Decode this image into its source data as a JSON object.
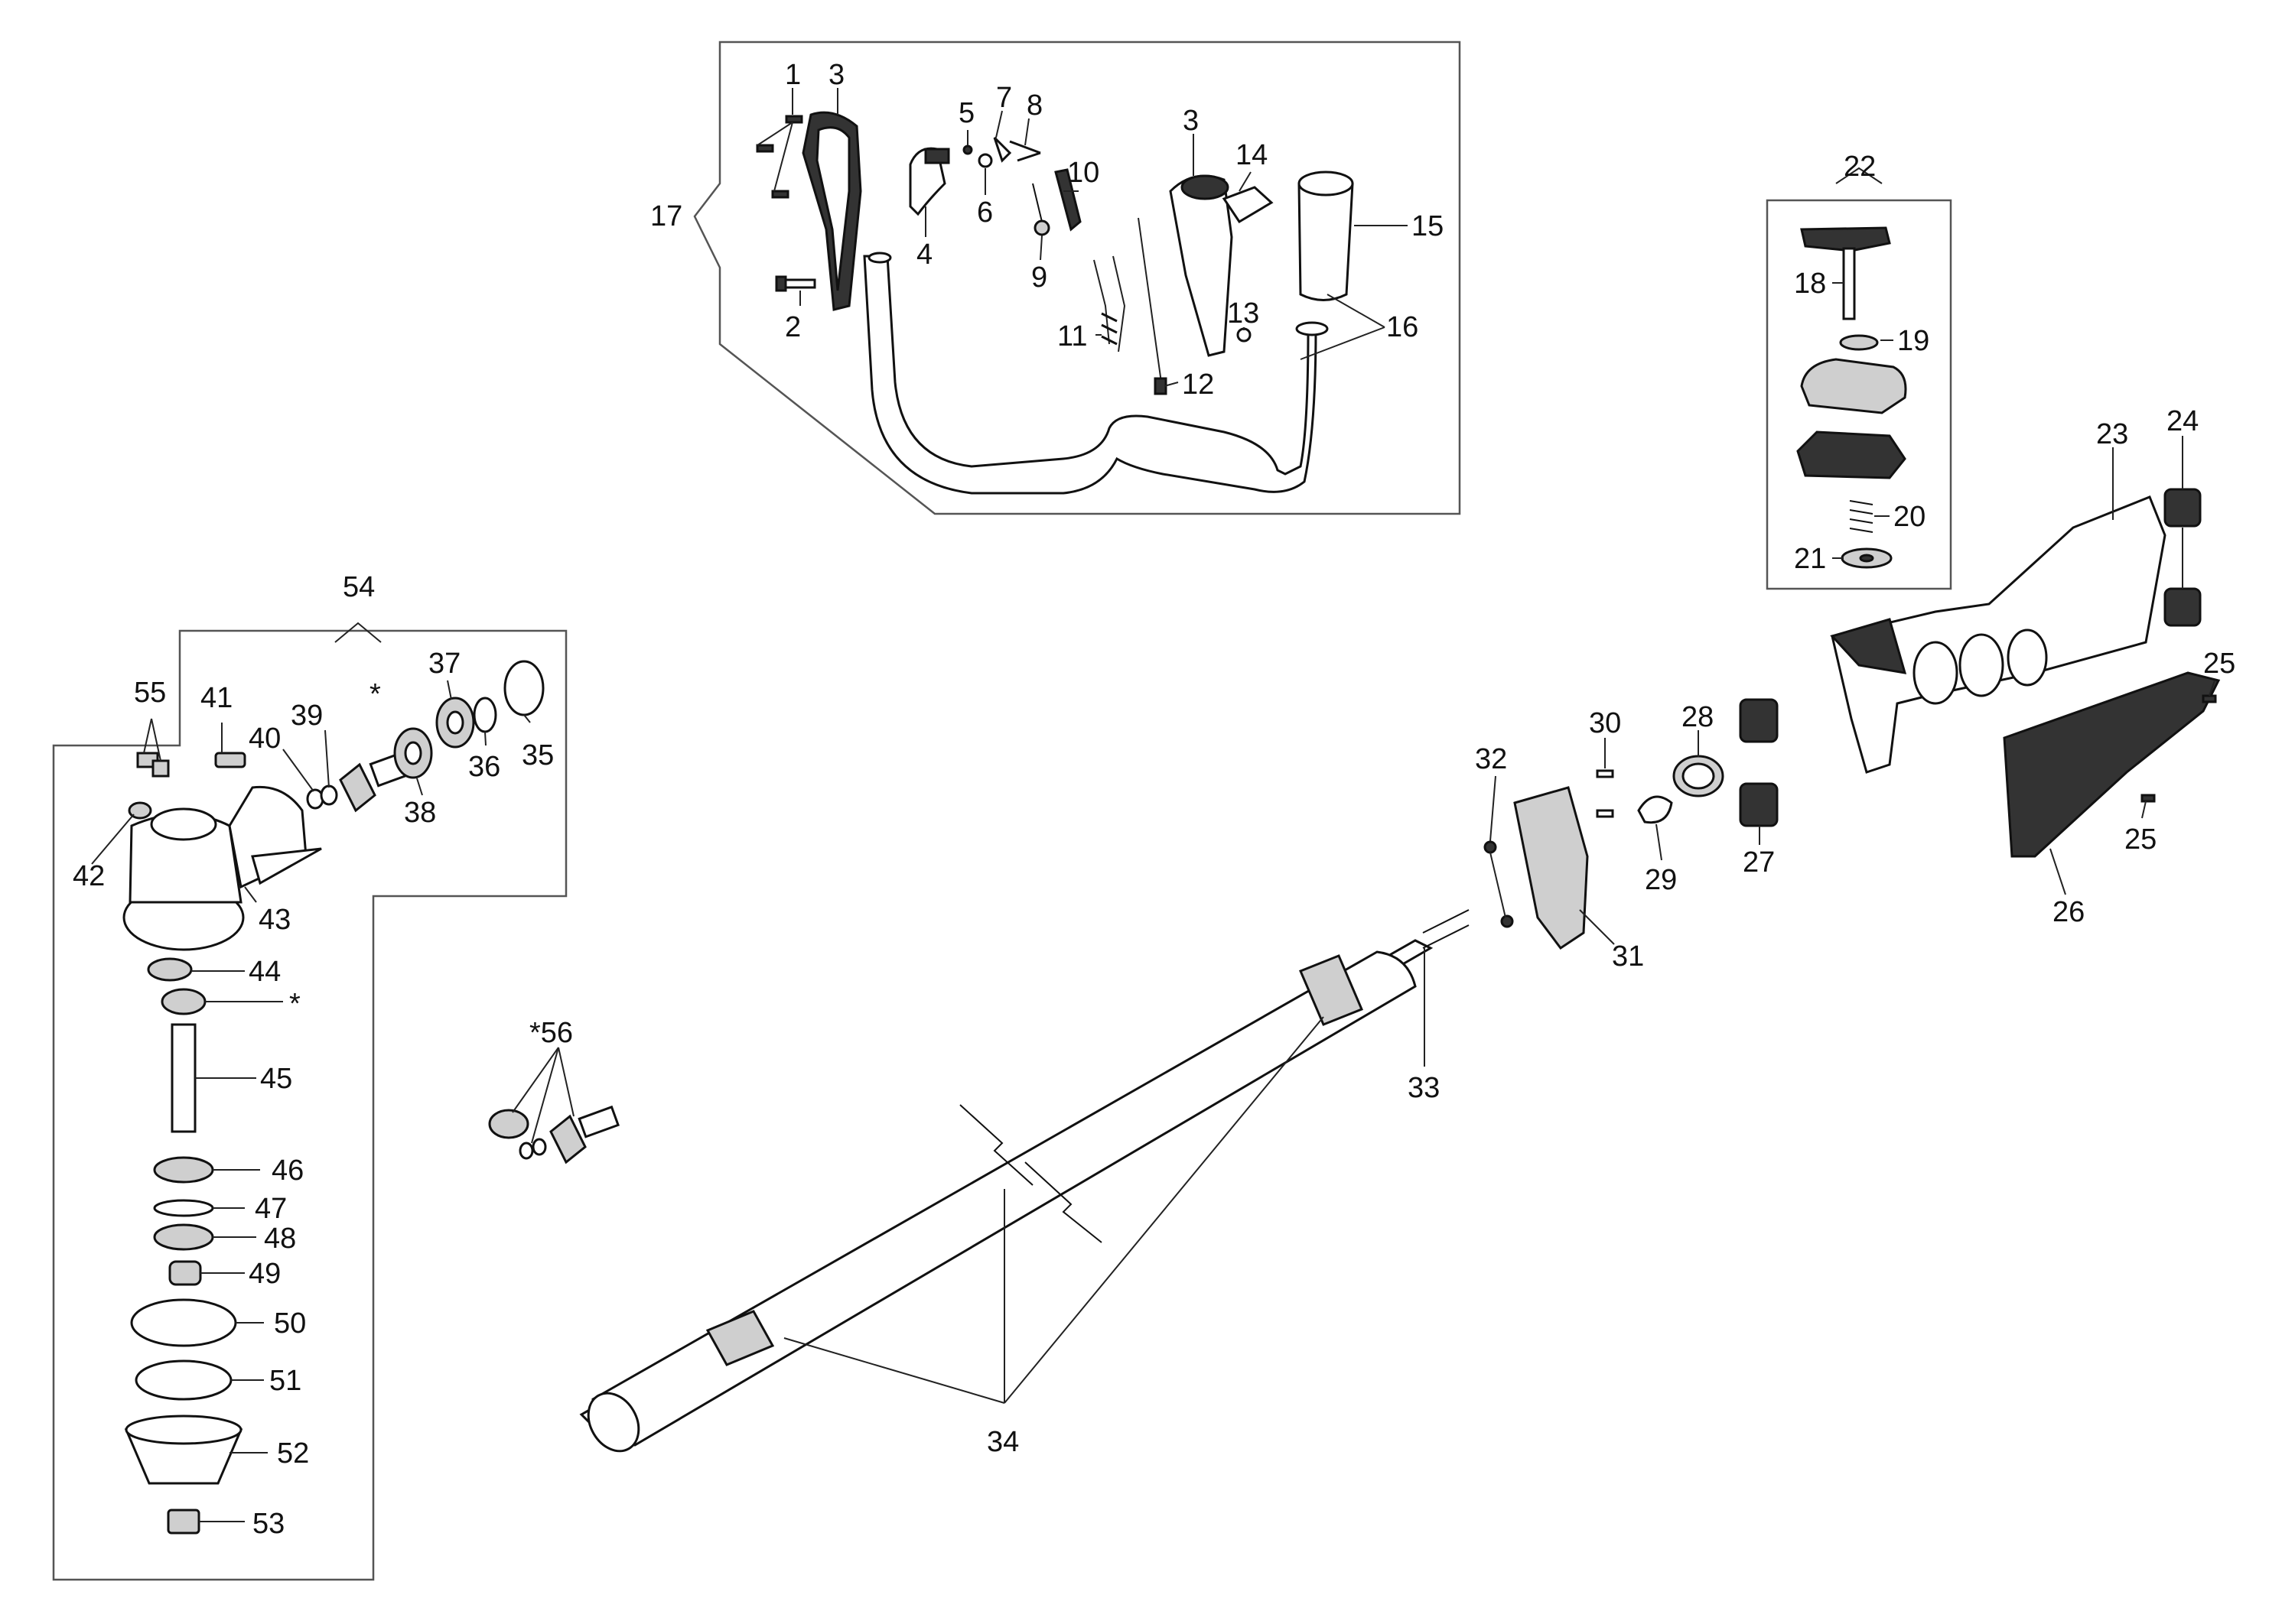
{
  "callouts": [
    {
      "id": "c1",
      "text": "1"
    },
    {
      "id": "c2",
      "text": "2"
    },
    {
      "id": "c3a",
      "text": "3"
    },
    {
      "id": "c3b",
      "text": "3"
    },
    {
      "id": "c4",
      "text": "4"
    },
    {
      "id": "c5",
      "text": "5"
    },
    {
      "id": "c6",
      "text": "6"
    },
    {
      "id": "c7",
      "text": "7"
    },
    {
      "id": "c8",
      "text": "8"
    },
    {
      "id": "c9",
      "text": "9"
    },
    {
      "id": "c10",
      "text": "10"
    },
    {
      "id": "c11",
      "text": "11"
    },
    {
      "id": "c12",
      "text": "12"
    },
    {
      "id": "c13",
      "text": "13"
    },
    {
      "id": "c14",
      "text": "14"
    },
    {
      "id": "c15",
      "text": "15"
    },
    {
      "id": "c16",
      "text": "16"
    },
    {
      "id": "c17",
      "text": "17"
    },
    {
      "id": "c18",
      "text": "18"
    },
    {
      "id": "c19",
      "text": "19"
    },
    {
      "id": "c20",
      "text": "20"
    },
    {
      "id": "c21",
      "text": "21"
    },
    {
      "id": "c22",
      "text": "22"
    },
    {
      "id": "c23",
      "text": "23"
    },
    {
      "id": "c24",
      "text": "24"
    },
    {
      "id": "c25a",
      "text": "25"
    },
    {
      "id": "c25b",
      "text": "25"
    },
    {
      "id": "c26",
      "text": "26"
    },
    {
      "id": "c27",
      "text": "27"
    },
    {
      "id": "c28",
      "text": "28"
    },
    {
      "id": "c29",
      "text": "29"
    },
    {
      "id": "c30",
      "text": "30"
    },
    {
      "id": "c31",
      "text": "31"
    },
    {
      "id": "c32",
      "text": "32"
    },
    {
      "id": "c33",
      "text": "33"
    },
    {
      "id": "c34",
      "text": "34"
    },
    {
      "id": "c35",
      "text": "35"
    },
    {
      "id": "c36",
      "text": "36"
    },
    {
      "id": "c37",
      "text": "37"
    },
    {
      "id": "c38",
      "text": "38"
    },
    {
      "id": "c39",
      "text": "39"
    },
    {
      "id": "c40",
      "text": "40"
    },
    {
      "id": "c41",
      "text": "41"
    },
    {
      "id": "c42",
      "text": "42"
    },
    {
      "id": "c43",
      "text": "43"
    },
    {
      "id": "c44",
      "text": "44"
    },
    {
      "id": "c45",
      "text": "45"
    },
    {
      "id": "c46",
      "text": "46"
    },
    {
      "id": "c47",
      "text": "47"
    },
    {
      "id": "c48",
      "text": "48"
    },
    {
      "id": "c49",
      "text": "49"
    },
    {
      "id": "c50",
      "text": "50"
    },
    {
      "id": "c51",
      "text": "51"
    },
    {
      "id": "c52",
      "text": "52"
    },
    {
      "id": "c53",
      "text": "53"
    },
    {
      "id": "c54",
      "text": "54"
    },
    {
      "id": "c55",
      "text": "55"
    },
    {
      "id": "c56",
      "text": "*56"
    },
    {
      "id": "cstar1",
      "text": "*"
    },
    {
      "id": "cstar2",
      "text": "*"
    }
  ]
}
